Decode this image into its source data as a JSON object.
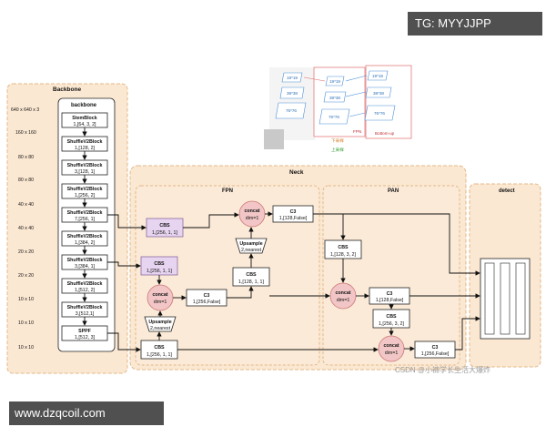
{
  "watermark_top": "TG: MYYJJPP",
  "watermark_bottom": "www.dzqcoil.com",
  "csdn": "CSDN @小裤学长生活大爆炸",
  "backbone": {
    "title": "Backbone",
    "inner_title": "backbone",
    "blocks": [
      {
        "name": "StemBlock",
        "args": "1,[64, 3, 2]"
      },
      {
        "name": "ShuffleV2Block",
        "args": "1,[128, 2]"
      },
      {
        "name": "ShuffleV2Block",
        "args": "3,[128, 1]"
      },
      {
        "name": "ShuffleV2Block",
        "args": "1,[256, 2]"
      },
      {
        "name": "ShuffleV2Block",
        "args": "7,[256, 1]"
      },
      {
        "name": "ShuffleV2Block",
        "args": "1,[384, 2]"
      },
      {
        "name": "ShuffleV2Block",
        "args": "3,[384, 1]"
      },
      {
        "name": "ShuffleV2Block",
        "args": "1,[512, 2]"
      },
      {
        "name": "ShuffleV2Block",
        "args": "3,[512,1]"
      },
      {
        "name": "SPPF",
        "args": "1,[512, 3]"
      }
    ],
    "sizes": [
      "640 x 640 x 3",
      "160 x 160",
      "80 x 80",
      "80 x 80",
      "40 x 40",
      "40 x 40",
      "20 x 20",
      "20 x 20",
      "10 x 10",
      "10 x 10",
      "10 x 10"
    ]
  },
  "neck": {
    "title": "Neck",
    "fpn_title": "FPN",
    "pan_title": "PAN",
    "nodes": {
      "cbs1": {
        "name": "CBS",
        "args": "1,[256, 1, 1]"
      },
      "cbs2": {
        "name": "CBS",
        "args": "1,[256, 1, 1]"
      },
      "cbs3": {
        "name": "CBS",
        "args": "1,[256, 1, 1]"
      },
      "concat1": {
        "name": "concat",
        "args": "dim=1"
      },
      "c3_1": {
        "name": "C3",
        "args": "1,[256,False]"
      },
      "up1": {
        "name": "Upsample",
        "args": "2,nearest"
      },
      "cbs4": {
        "name": "CBS",
        "args": "1,[128, 1, 1]"
      },
      "up2": {
        "name": "Upsample",
        "args": "2,nearest"
      },
      "concat2": {
        "name": "concat",
        "args": "dim=1"
      },
      "c3_2": {
        "name": "C3",
        "args": "1,[128,False]"
      },
      "cbs5": {
        "name": "CBS",
        "args": "1,[128, 3, 2]"
      },
      "concat3": {
        "name": "concat",
        "args": "dim=1"
      },
      "c3_3": {
        "name": "C3",
        "args": "1,[128,False]"
      },
      "cbs6": {
        "name": "CBS",
        "args": "1,[256, 3, 2]"
      },
      "concat4": {
        "name": "concat",
        "args": "dim=1"
      },
      "c3_4": {
        "name": "C3",
        "args": "1,[256,False]"
      }
    }
  },
  "detect": {
    "title": "detect"
  },
  "inset": {
    "left_labels": [
      "19*19",
      "38*38",
      "76*76"
    ],
    "mid_labels": [
      "19*19",
      "38*38",
      "76*76"
    ],
    "right_labels": [
      "19*19",
      "38*38",
      "76*76"
    ],
    "fpn_label": "FPN",
    "bu_label": "Bottom-up",
    "legend_up": "下采样",
    "legend_down": "上采样"
  }
}
